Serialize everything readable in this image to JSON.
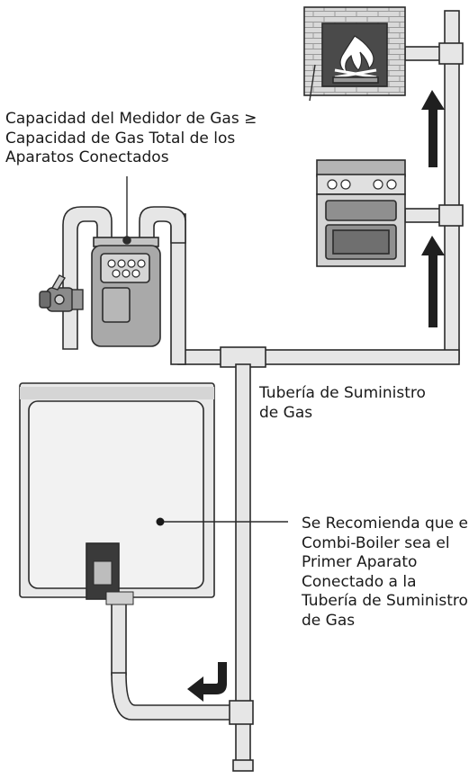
{
  "labels": {
    "meter": [
      "Capacidad del Medidor de Gas ≥",
      "Capacidad de Gas Total de los",
      "Aparatos Conectados"
    ],
    "supply_pipe": [
      "Tubería de Suministro",
      "de Gas"
    ],
    "recommendation": [
      "Se Recomienda que el",
      "Combi-Boiler sea el",
      "Primer Aparato",
      "Conectado a la",
      "Tubería de Suministro",
      "de Gas"
    ]
  },
  "colors": {
    "outline": "#2b2b2b",
    "pipe_fill": "#e6e6e6",
    "boiler_body": "#e9e9e9",
    "appliance_fill": "#dcdcdc",
    "arrow": "#1f1f1f",
    "flame": "#ffffff"
  },
  "icons": [
    "fireplace-icon",
    "gas-range-icon",
    "gas-meter-icon",
    "shutoff-valve-icon",
    "combi-boiler-icon",
    "flow-arrow-icon"
  ]
}
